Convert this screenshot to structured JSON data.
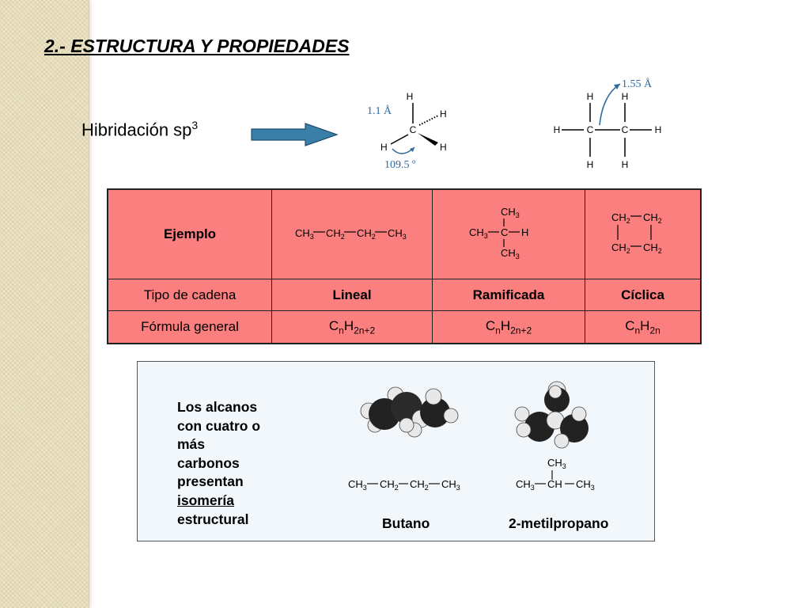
{
  "slide": {
    "title": "2.- ESTRUCTURA Y PROPIEDADES",
    "hybrid_label": "Hibridación sp",
    "hybrid_sup": "3"
  },
  "methane": {
    "C": "C",
    "H": "H",
    "bond_length": "1.1 Å",
    "angle": "109.5 º"
  },
  "ethane": {
    "C": "C",
    "H": "H",
    "bond_length": "1.55 Å"
  },
  "table": {
    "row_headers": [
      "Ejemplo",
      "Tipo de cadena",
      "Fórmula general"
    ],
    "types": [
      "Lineal",
      "Ramificada",
      "Cíclica"
    ],
    "formulas": [
      {
        "base": "C",
        "sub1": "n",
        "h": "H",
        "sub2": "2n+2"
      },
      {
        "base": "C",
        "sub1": "n",
        "h": "H",
        "sub2": "2n+2"
      },
      {
        "base": "C",
        "sub1": "n",
        "h": "H",
        "sub2": "2n"
      }
    ],
    "struct_texts": {
      "ch": "CH",
      "c": "C",
      "h": "H",
      "three": "3",
      "two": "2"
    }
  },
  "isomers": {
    "text_lines": [
      "Los alcanos",
      "con cuatro o",
      "más",
      "carbonos",
      "presentan"
    ],
    "underlined": "isomería",
    "last_line": "estructural",
    "butane_label": "Butano",
    "methylpropane_label": "2-metilpropano",
    "ch": "CH",
    "three": "3",
    "two": "2"
  },
  "colors": {
    "table_fill": "#fb7f7f",
    "arrow_fill": "#3a7fa8",
    "annotation_blue": "#2e6aa0",
    "box_fill": "#f2f7fb"
  }
}
